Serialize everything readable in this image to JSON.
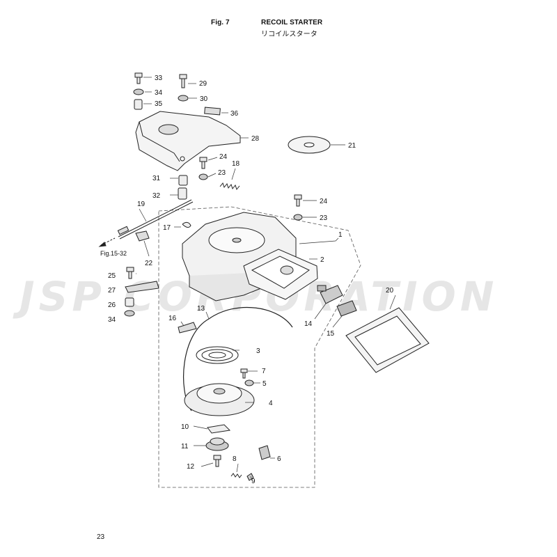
{
  "header": {
    "fig_label": "Fig. 7",
    "title": "RECOIL STARTER",
    "title_jp": "リコイルスタータ"
  },
  "page_number": "23",
  "watermark": "JSP CORPORATION",
  "reference": "Fig.15-32",
  "callouts": {
    "c1": "1",
    "c2": "2",
    "c3": "3",
    "c4": "4",
    "c5": "5",
    "c6": "6",
    "c7": "7",
    "c8": "8",
    "c9": "9",
    "c10": "10",
    "c11": "11",
    "c12": "12",
    "c13": "13",
    "c14": "14",
    "c15": "15",
    "c16": "16",
    "c17": "17",
    "c18": "18",
    "c19": "19",
    "c20": "20",
    "c21": "21",
    "c22": "22",
    "c23a": "23",
    "c23b": "23",
    "c24a": "24",
    "c24b": "24",
    "c25": "25",
    "c26": "26",
    "c27": "27",
    "c28": "28",
    "c29": "29",
    "c30": "30",
    "c31": "31",
    "c32": "32",
    "c33": "33",
    "c34a": "34",
    "c34b": "34",
    "c35": "35",
    "c36": "36"
  }
}
